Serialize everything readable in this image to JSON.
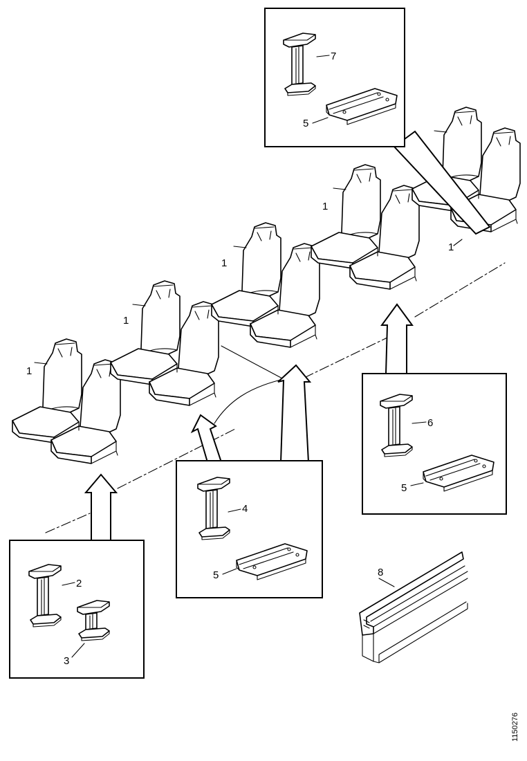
{
  "diagram": {
    "callouts": {
      "seat": "1",
      "leg_front": "2",
      "leg_rear": "3",
      "leg_mid": "4",
      "rail_bracket": "5",
      "leg_right": "6",
      "leg_top": "7",
      "floor_rail": "8"
    },
    "drawing_code": "1150276"
  }
}
